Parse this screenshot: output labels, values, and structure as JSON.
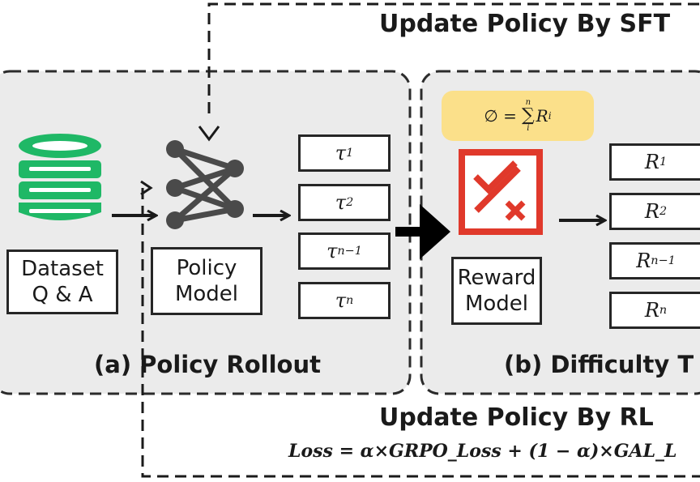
{
  "titles": {
    "sft": "Update Policy By SFT",
    "rl": "Update Policy By RL"
  },
  "panel_a": {
    "caption": "(a) Policy Rollout",
    "dataset": {
      "line1": "Dataset",
      "line2": "Q & A"
    },
    "policy_model": {
      "line1": "Policy",
      "line2": "Model"
    },
    "trajectories": [
      {
        "base": "τ",
        "sub": "1"
      },
      {
        "base": "τ",
        "sub": "2"
      },
      {
        "base": "τ",
        "sub": "n−1"
      },
      {
        "base": "τ",
        "sub": "n"
      }
    ]
  },
  "panel_b": {
    "caption": "(b) Difficulty T",
    "phi": {
      "lhs": "∅ =",
      "sum": "∑",
      "sup": "n",
      "sub": "i",
      "term": "R",
      "term_sub": "i"
    },
    "reward_model": {
      "line1": "Reward",
      "line2": "Model"
    },
    "rewards": [
      {
        "base": "R",
        "sub": "1"
      },
      {
        "base": "R",
        "sub": "2"
      },
      {
        "base": "R",
        "sub": "n−1"
      },
      {
        "base": "R",
        "sub": "n"
      }
    ]
  },
  "formula": "Loss = α×GRPO_Loss + (1 − α)×GAL_L",
  "colors": {
    "panel_bg": "#ebebeb",
    "dashed_border": "#2b2b2b",
    "database_green": "#1fb866",
    "network_gray": "#4a4a4a",
    "reward_red": "#e0392b",
    "phi_highlight": "#fbe08a"
  },
  "icons": [
    "database-icon",
    "neural-network-icon",
    "reward-icon"
  ]
}
